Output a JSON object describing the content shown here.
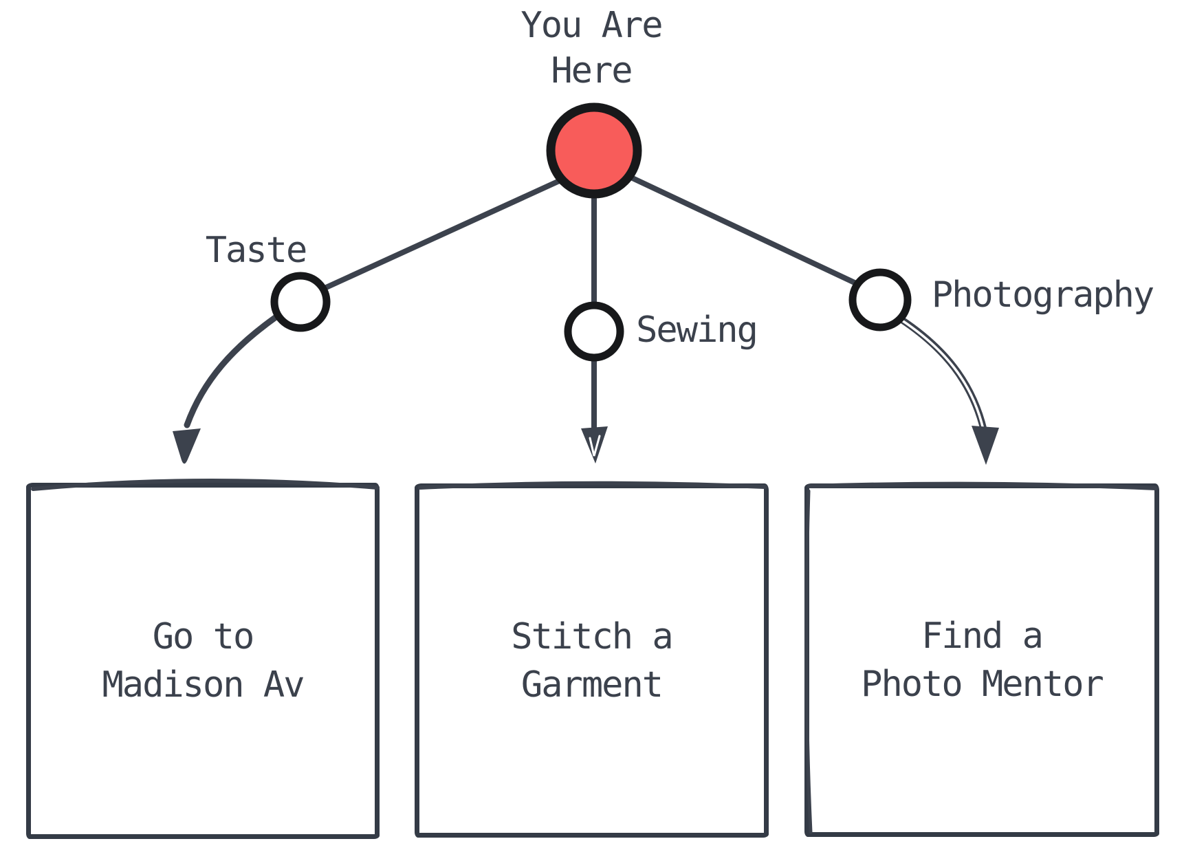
{
  "diagram": {
    "title_node": {
      "lines": [
        "You Are",
        "Here"
      ]
    },
    "branches": [
      {
        "label": "Taste",
        "box_lines": [
          "Go to",
          "Madison Av"
        ]
      },
      {
        "label": "Sewing",
        "box_lines": [
          "Stitch a",
          "Garment"
        ]
      },
      {
        "label": "Photography",
        "box_lines": [
          "Find a",
          "Photo Mentor"
        ]
      }
    ],
    "colors": {
      "line": "#3c424d",
      "text": "#3b414c",
      "node_outline": "#17181a",
      "root_node_fill": "#f85c5a",
      "box_fill": "#ffffff",
      "background": "#ffffff"
    }
  }
}
